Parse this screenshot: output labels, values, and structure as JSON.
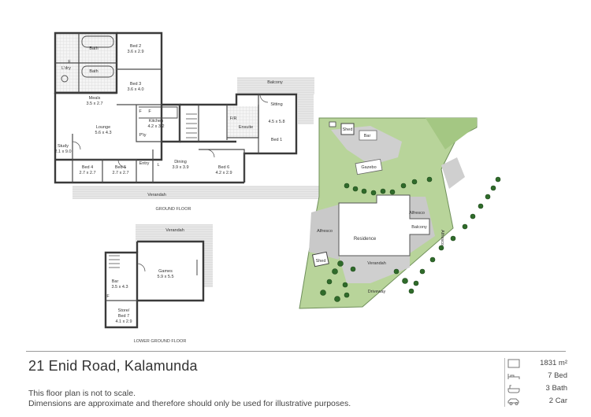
{
  "listing": {
    "address": "21 Enid Road, Kalamunda",
    "disclaimer_line1": "This floor plan is not to scale.",
    "disclaimer_line2": "Dimensions are approximate and therefore should only be used for illustrative purposes."
  },
  "stats": {
    "land": "1831 m²",
    "beds": "7 Bed",
    "baths": "3 Bath",
    "cars": "2 Car"
  },
  "ground_floor": {
    "title": "GROUND FLOOR",
    "rooms": {
      "bed2": "Bed 2",
      "bed2_dim": "3.6 x 2.9",
      "bath1": "Bath",
      "ldry": "L'dry",
      "bath2": "Bath",
      "bed3": "Bed 3",
      "bed3_dim": "3.6 x 4.0",
      "meals": "Meals",
      "meals_dim": "3.5 x 2.7",
      "kitchen": "Kitchen",
      "kitchen_dim": "4.2 x 3.2",
      "lounge": "Lounge",
      "lounge_dim": "5.6 x 4.3",
      "study": "Study",
      "study_dim": "2.1 x 9.0",
      "pty": "P'ty",
      "bed4": "Bed 4",
      "bed4_dim": "2.7 x 2.7",
      "bed5": "Bed 5",
      "bed5_dim": "2.7 x 2.7",
      "entry": "Entry",
      "dining": "Dining",
      "dining_dim": "3.9 x 3.9",
      "bed6": "Bed 6",
      "bed6_dim": "4.2 x 2.9",
      "balcony": "Balcony",
      "sitting": "Sitting",
      "sitting_dim": "4.5 x 5.8",
      "bed1": "Bed 1",
      "ensuite": "Ensuite",
      "fr": "F/R",
      "verandah": "Verandah",
      "f1": "F",
      "f2": "F",
      "f3": "F",
      "l": "L"
    }
  },
  "lower_floor": {
    "title": "LOWER GROUND FLOOR",
    "rooms": {
      "verandah": "Verandah",
      "games": "Games",
      "games_dim": "5.9 x 5.5",
      "bar": "Bar",
      "bar_dim": "3.5 x 4.3",
      "store": "Store/",
      "store2": "Bed 7",
      "store_dim": "4.1 x 2.9",
      "f": "F"
    }
  },
  "site_plan": {
    "shed_top": "Shed",
    "bar": "Bar",
    "gazebo": "Gazebo",
    "alfresco_right": "Alfresco",
    "balcony": "Balcony",
    "alfresco_left": "Alfresco",
    "residence": "Residence",
    "alfresco_side": "Alfresco",
    "verandah": "Verandah",
    "shed_left": "Shed",
    "driveway": "Driveway"
  }
}
